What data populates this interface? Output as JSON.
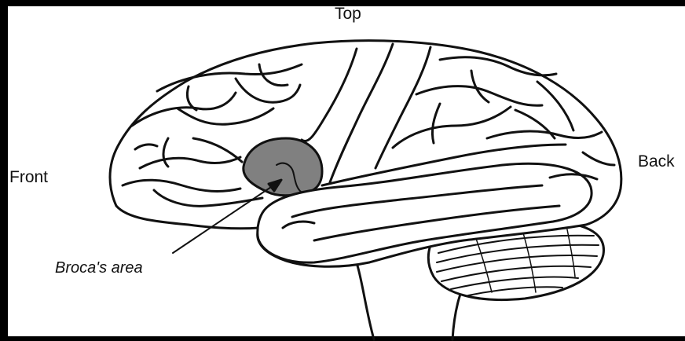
{
  "labels": {
    "top": "Top",
    "front": "Front",
    "back": "Back",
    "broca": "Broca's area"
  },
  "colors": {
    "outline": "#111111",
    "highlight": "#808080",
    "background": "#ffffff"
  }
}
